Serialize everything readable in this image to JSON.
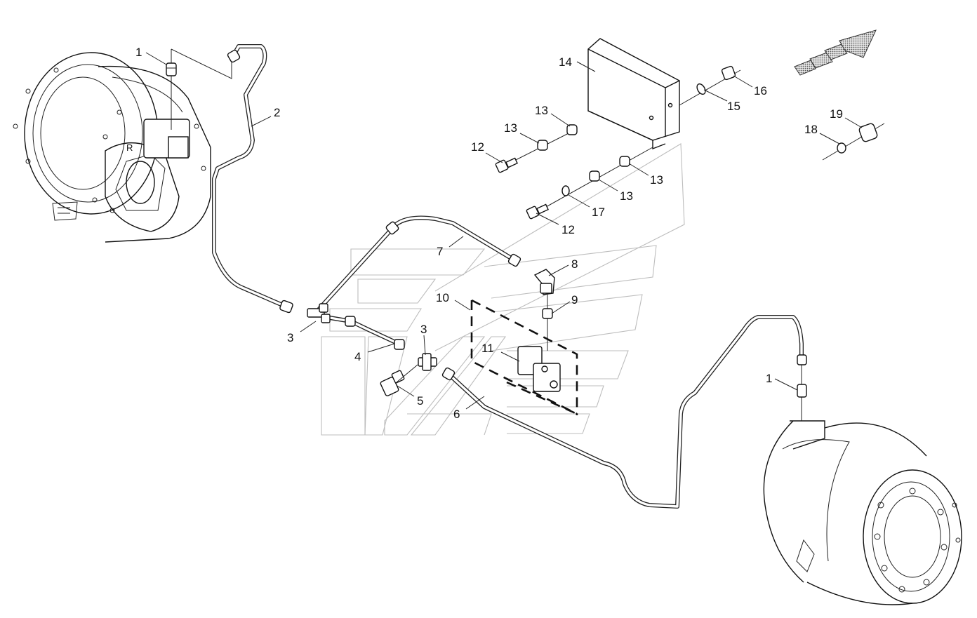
{
  "diagram": {
    "callouts": [
      {
        "id": "c1a",
        "label": "1"
      },
      {
        "id": "c1b",
        "label": "1"
      },
      {
        "id": "c2",
        "label": "2"
      },
      {
        "id": "c3a",
        "label": "3"
      },
      {
        "id": "c3b",
        "label": "3"
      },
      {
        "id": "c4",
        "label": "4"
      },
      {
        "id": "c5",
        "label": "5"
      },
      {
        "id": "c6",
        "label": "6"
      },
      {
        "id": "c7",
        "label": "7"
      },
      {
        "id": "c8",
        "label": "8"
      },
      {
        "id": "c9",
        "label": "9"
      },
      {
        "id": "c10",
        "label": "10"
      },
      {
        "id": "c11",
        "label": "11"
      },
      {
        "id": "c12a",
        "label": "12"
      },
      {
        "id": "c12b",
        "label": "12"
      },
      {
        "id": "c13a",
        "label": "13"
      },
      {
        "id": "c13b",
        "label": "13"
      },
      {
        "id": "c13c",
        "label": "13"
      },
      {
        "id": "c13d",
        "label": "13"
      },
      {
        "id": "c14",
        "label": "14"
      },
      {
        "id": "c15",
        "label": "15"
      },
      {
        "id": "c16",
        "label": "16"
      },
      {
        "id": "c17",
        "label": "17"
      },
      {
        "id": "c18",
        "label": "18"
      },
      {
        "id": "c19",
        "label": "19"
      }
    ],
    "direction_arrow_icon": "forward-direction-arrow-icon",
    "colors": {
      "line": "#111111",
      "ghost": "#bdbdbd",
      "arrow_fill": "#9a9a9a"
    }
  }
}
